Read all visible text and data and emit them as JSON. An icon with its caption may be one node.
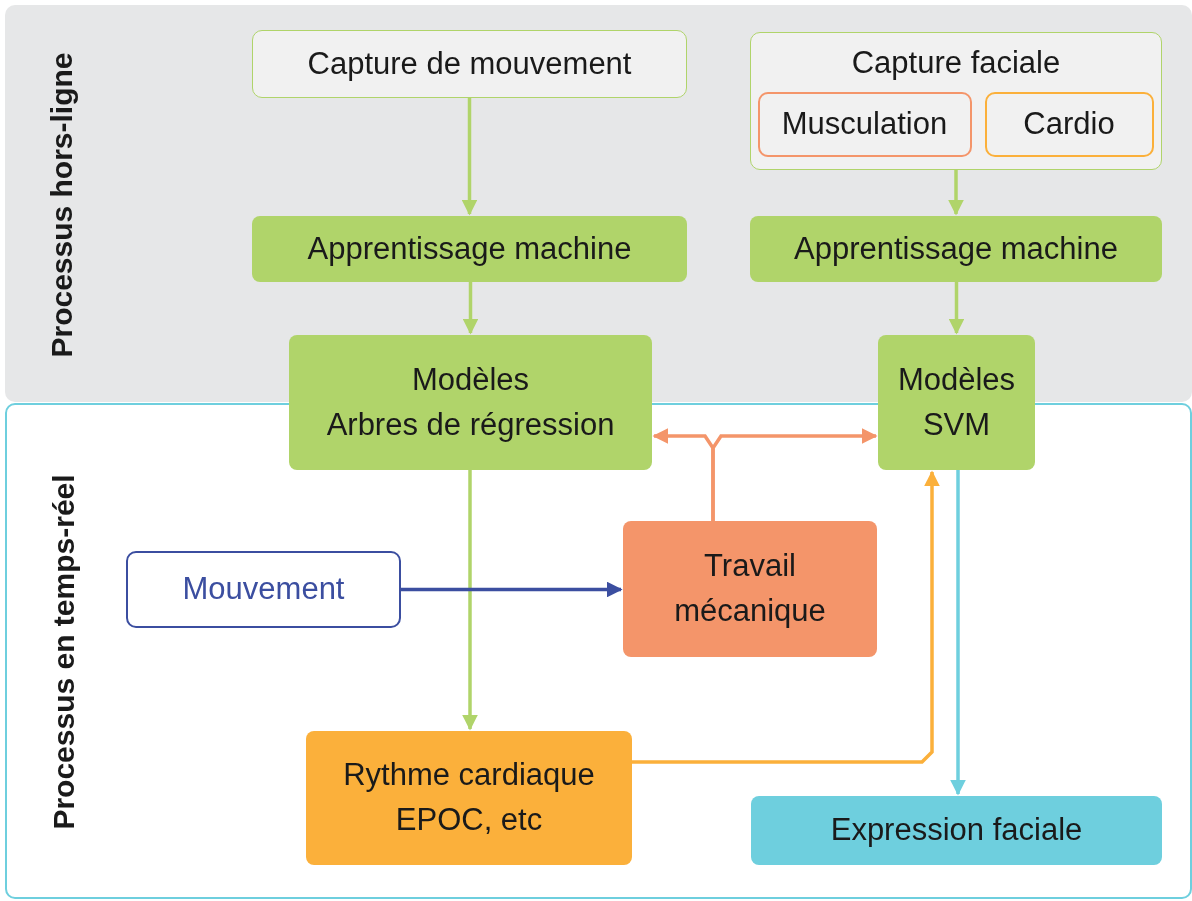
{
  "diagram": {
    "nodes": [
      {
        "text": [
          "Processus hors-ligne"
        ]
      },
      {
        "text": [
          "Capture de mouvement"
        ],
        "in": 0
      },
      {
        "text": [
          "Capture faciale"
        ],
        "in": 0
      },
      {
        "text": [
          "Musculation"
        ],
        "in": 2
      },
      {
        "text": [
          "Cardio"
        ],
        "in": 2
      },
      {
        "text": [
          "Apprentissage machine"
        ],
        "in": 0
      },
      {
        "text": [
          "Apprentissage machine"
        ],
        "in": 0
      },
      {
        "text": [
          "Processus en temps-réel"
        ]
      },
      {
        "text": [
          "Modèles",
          "Arbres de régression"
        ]
      },
      {
        "text": [
          "Modèles",
          "SVM"
        ]
      },
      {
        "text": [
          "Mouvement"
        ],
        "in": 7
      },
      {
        "text": [
          "Travail mécanique"
        ],
        "in": 7
      },
      {
        "text": [
          "Rythme cardiaque EPOC, etc"
        ],
        "in": 7
      },
      {
        "text": [
          "Expression faciale"
        ],
        "in": 7
      }
    ],
    "edges": [
      {
        "from": 1,
        "to": 5,
        "arrow": "to"
      },
      {
        "from": 5,
        "to": 8,
        "arrow": "to"
      },
      {
        "from": 2,
        "to": 6,
        "arrow": "to"
      },
      {
        "from": 6,
        "to": 9,
        "arrow": "to"
      },
      {
        "from": 8,
        "to": 12,
        "arrow": "to"
      },
      {
        "from": 10,
        "to": 11,
        "arrow": "to",
        "color": "#3b4ea0"
      },
      {
        "from": 11,
        "to": 8,
        "arrow": "to",
        "color": "#f4956a"
      },
      {
        "from": 11,
        "to": 9,
        "arrow": "to",
        "color": "#f4956a"
      },
      {
        "from": 12,
        "to": 9,
        "arrow": "to",
        "color": "#fbb03b"
      },
      {
        "from": 9,
        "to": 13,
        "arrow": "to",
        "color": "#6ecfde"
      }
    ]
  }
}
